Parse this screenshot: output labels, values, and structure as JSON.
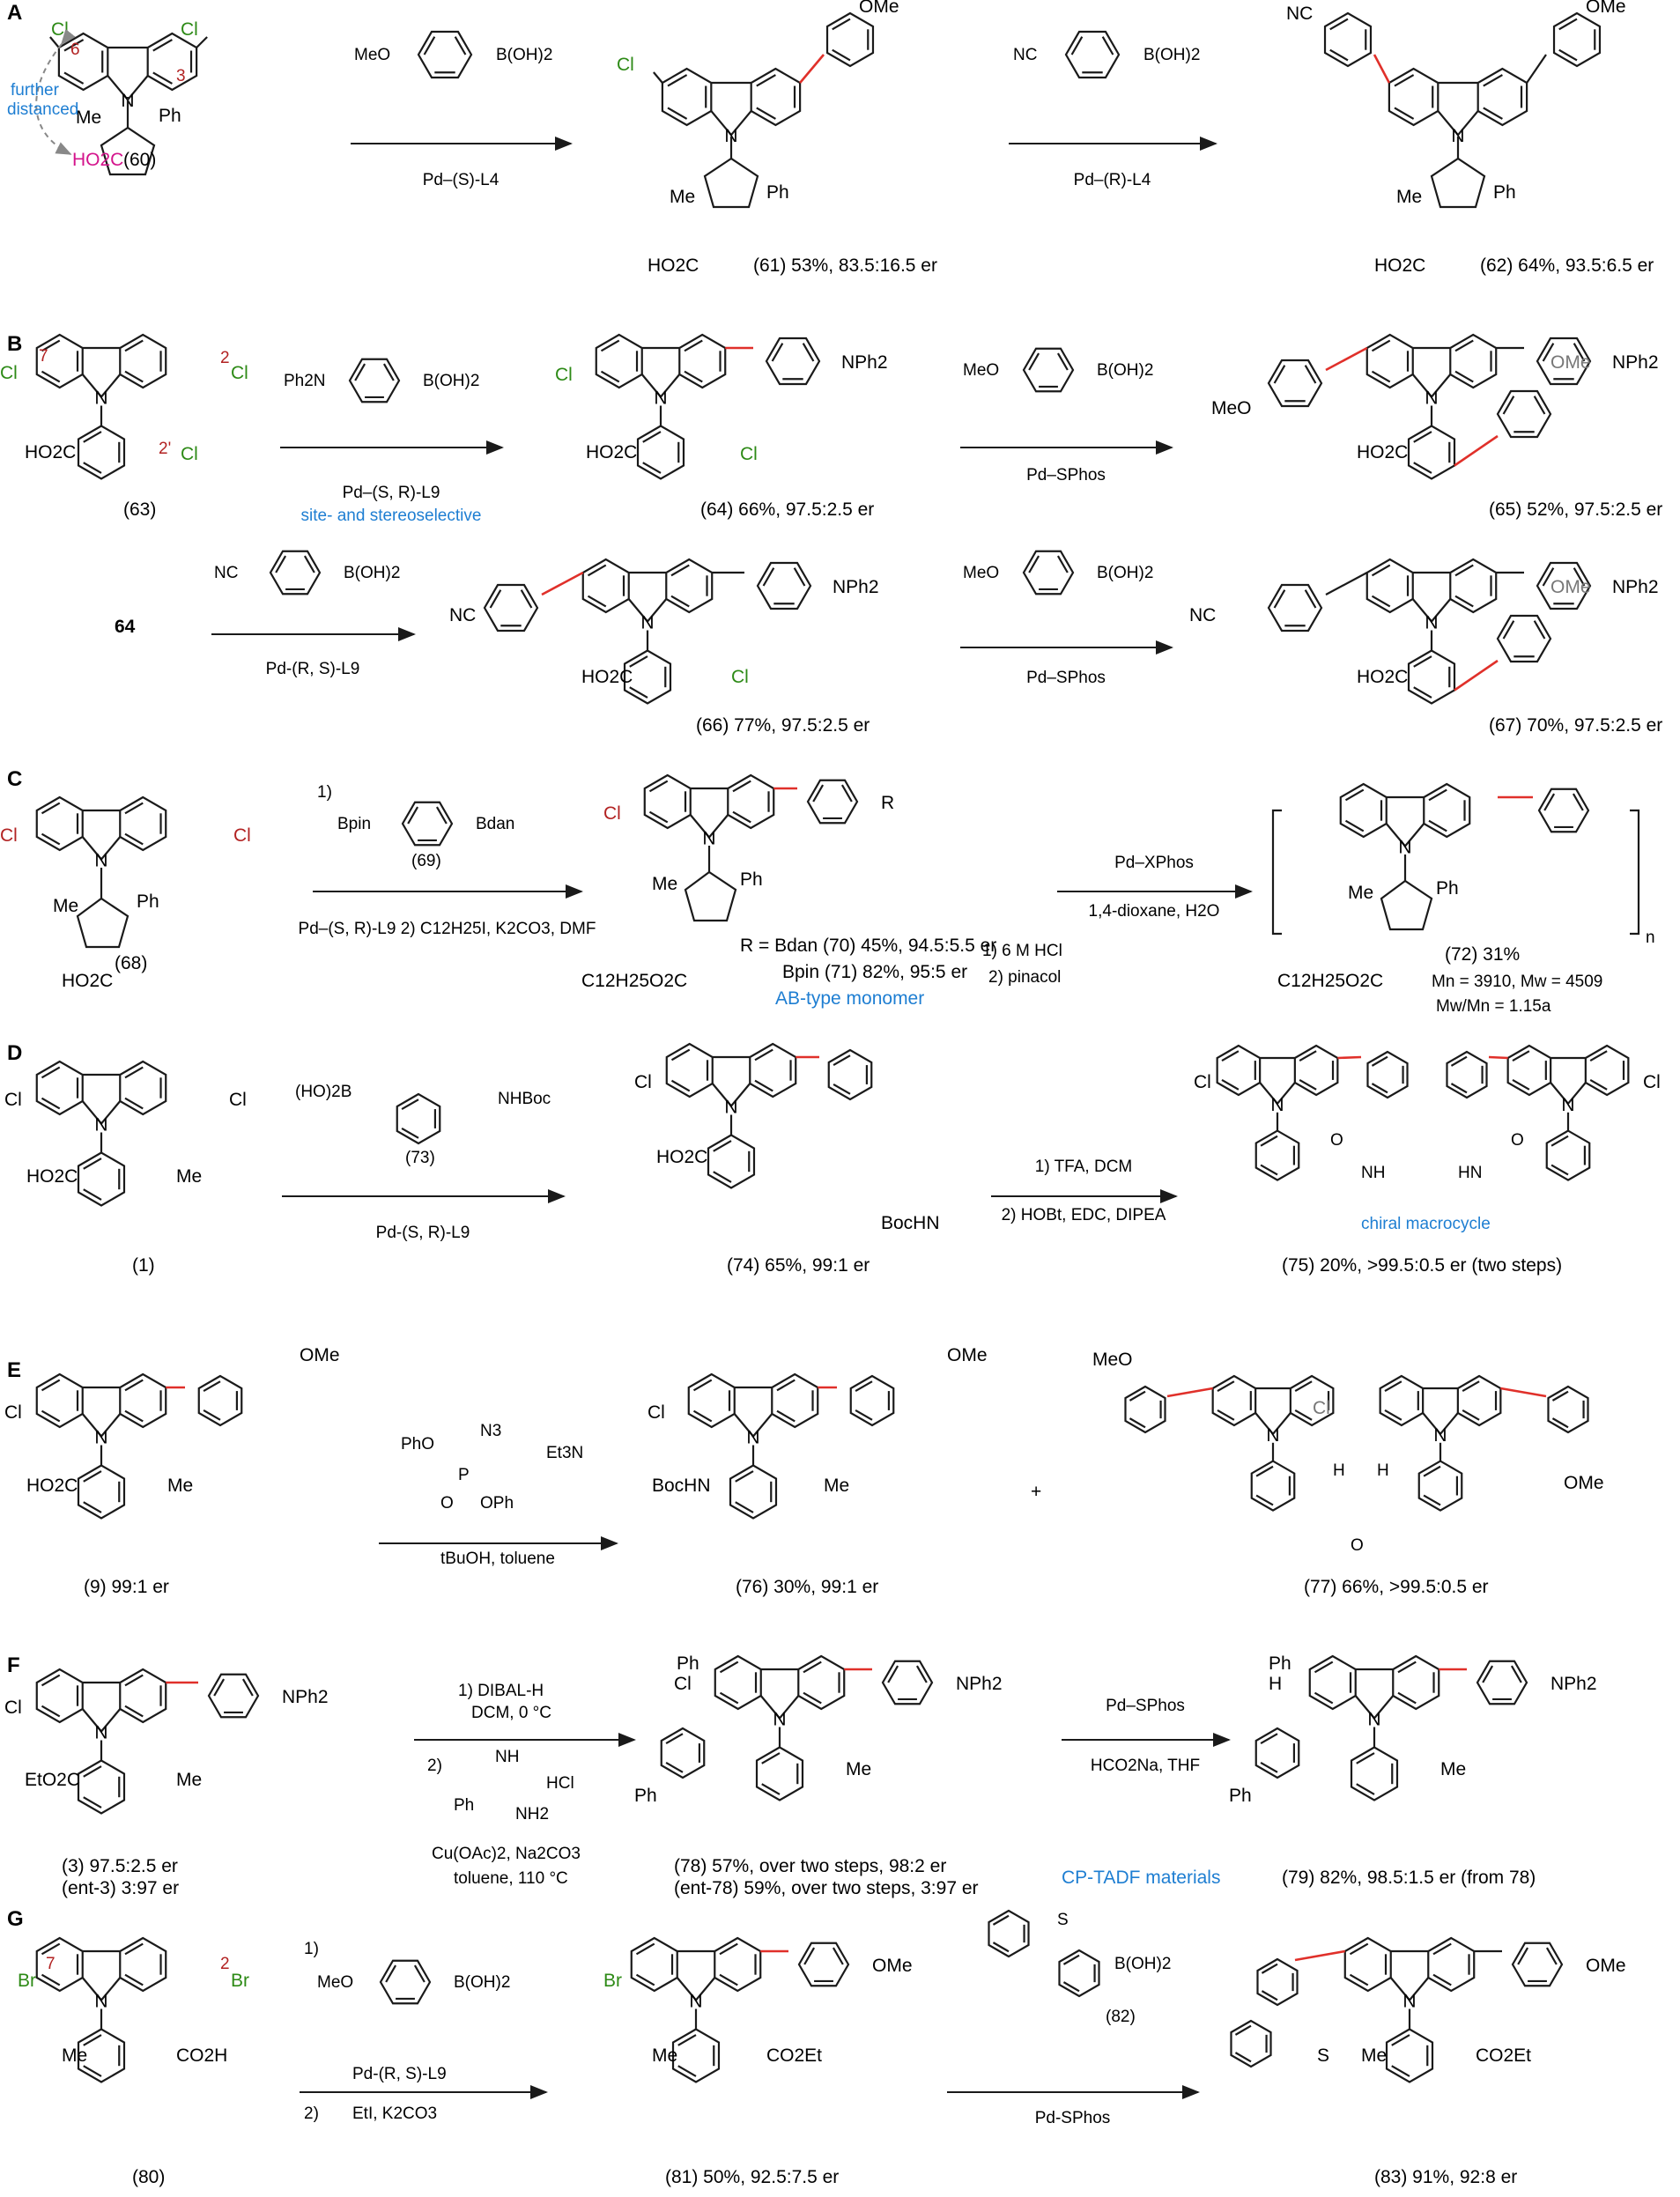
{
  "colors": {
    "pink": "#f7d3e0",
    "blue": "#cdeaf3",
    "orange": "#f8dfc4",
    "gray": "#dedede",
    "green": "#dcefd7",
    "new_bond": "#e0302a",
    "halogen": "#2d8a16",
    "note": "#1e7ed2",
    "magenta": "#d4148c",
    "position": "#b22222"
  },
  "panels": [
    {
      "label": "A",
      "reagents": [
        {
          "above": "MeO–C6H4–B(OH)2",
          "below": "Pd–(S)-L4"
        },
        {
          "above": "NC–C6H4–B(OH)2",
          "below": "Pd–(R)-L4"
        }
      ],
      "texts": [
        "Cl",
        "Cl",
        "6",
        "3",
        "further",
        "distanced",
        "Me",
        "Ph",
        "HO2C",
        "(60)",
        "OMe",
        "Cl",
        "Me",
        "Ph",
        "HO2C",
        "NC",
        "OMe",
        "Me",
        "Ph",
        "HO2C"
      ],
      "captions": [
        "(61) 53%, 83.5:16.5 er",
        "(62) 64%, 93.5:6.5 er"
      ]
    },
    {
      "label": "B",
      "reagents": [
        {
          "above": "Ph2N–C6H4–B(OH)2",
          "below": "Pd–(S, R)-L9",
          "note": "site- and stereoselective"
        },
        {
          "above": "MeO–C6H4–B(OH)2",
          "below": "Pd–SPhos"
        },
        {
          "above": "NC–C6H4–B(OH)2",
          "below": "Pd-(R, S)-L9"
        },
        {
          "above": "MeO–C6H4–B(OH)2",
          "below": "Pd–SPhos"
        }
      ],
      "texts": [
        "Cl",
        "Cl",
        "7",
        "2",
        "HO2C",
        "2'",
        "Cl",
        "(63)",
        "64",
        "NPh2",
        "MeO",
        "OMe",
        "NC",
        "OMe"
      ],
      "captions": [
        "(64) 66%, 97.5:2.5 er",
        "(65) 52%, 97.5:2.5 er",
        "(66) 77%, 97.5:2.5 er",
        "(67) 70%, 97.5:2.5 er"
      ]
    },
    {
      "label": "C",
      "reagents": [
        {
          "above": "1) Bpin–C6H4–Bdan (69)",
          "below": "Pd–(S, R)-L9   2) C12H25I, K2CO3, DMF"
        },
        {
          "above": "Pd–XPhos",
          "below": "1,4-dioxane, H2O"
        }
      ],
      "texts": [
        "Cl",
        "Cl",
        "Me",
        "Ph",
        "HO2C",
        "(68)",
        "R",
        "R = Bdan (70) 45%, 94.5:5.5 er",
        "Bpin (71) 82%, 95:5 er",
        "AB-type monomer",
        "1) 6 M HCl",
        "2) pinacol",
        "C12H25O2C",
        "n",
        "(72) 31%",
        "Mn = 3910, Mw = 4509",
        "Mw/Mn = 1.15a"
      ],
      "captions": []
    },
    {
      "label": "D",
      "reagents": [
        {
          "above": "(HO)2B–C6H4–CH2NHBoc (73)",
          "below": "Pd-(S, R)-L9"
        },
        {
          "above": "1) TFA, DCM",
          "below": "2) HOBt, EDC, DIPEA"
        }
      ],
      "texts": [
        "Cl",
        "Cl",
        "HO2C",
        "Me",
        "(1)",
        "BocHN",
        "NH",
        "HN",
        "O",
        "O",
        "chiral macrocycle"
      ],
      "captions": [
        "(74) 65%, 99:1 er",
        "(75) 20%, >99.5:0.5 er  (two steps)"
      ]
    },
    {
      "label": "E",
      "reagents": [
        {
          "above": "DPPA (PhO)2P(O)N3, Et3N",
          "below": "tBuOH, toluene"
        }
      ],
      "texts": [
        "Cl",
        "OMe",
        "HO2C",
        "Me",
        "PhO",
        "N3",
        "P",
        "O",
        "OPh",
        "Et3N",
        "BocHN",
        "+",
        "MeO",
        "OMe",
        "H",
        "H",
        "O"
      ],
      "captions": [
        "(9) 99:1 er",
        "(76) 30%, 99:1 er",
        "(77) 66%, >99.5:0.5 er"
      ]
    },
    {
      "label": "F",
      "reagents": [
        {
          "above": "1) DIBAL-H DCM, 0 °C",
          "below": "2) PhC(=NH)NH2·HCl, Cu(OAc)2, Na2CO3, toluene, 110 °C"
        },
        {
          "above": "Pd–SPhos",
          "below": "HCO2Na, THF"
        }
      ],
      "texts": [
        "Cl",
        "NPh2",
        "EtO2C",
        "Me",
        "Ph",
        "N",
        "CP-TADF materials"
      ],
      "captions": [
        "(3) 97.5:2.5 er",
        "(ent-3) 3:97 er",
        "(78) 57%, over two steps, 98:2 er",
        "(ent-78) 59%, over two steps, 3:97 er",
        "(79) 82%, 98.5:1.5 er (from 78)"
      ]
    },
    {
      "label": "G",
      "reagents": [
        {
          "above": "1) MeO–C6H4–B(OH)2",
          "below": "Pd-(R, S)-L9   2) EtI, K2CO3"
        },
        {
          "above": "dibenzothiophene-B(OH)2 (82)",
          "below": "Pd-SPhos"
        }
      ],
      "texts": [
        "Br",
        "Br",
        "7",
        "2",
        "Me",
        "CO2H",
        "CO2Et",
        "S",
        "B(OH)2"
      ],
      "captions": [
        "(80)",
        "(81) 50%, 92.5:7.5 er",
        "(83) 91%, 92:8 er"
      ]
    }
  ]
}
